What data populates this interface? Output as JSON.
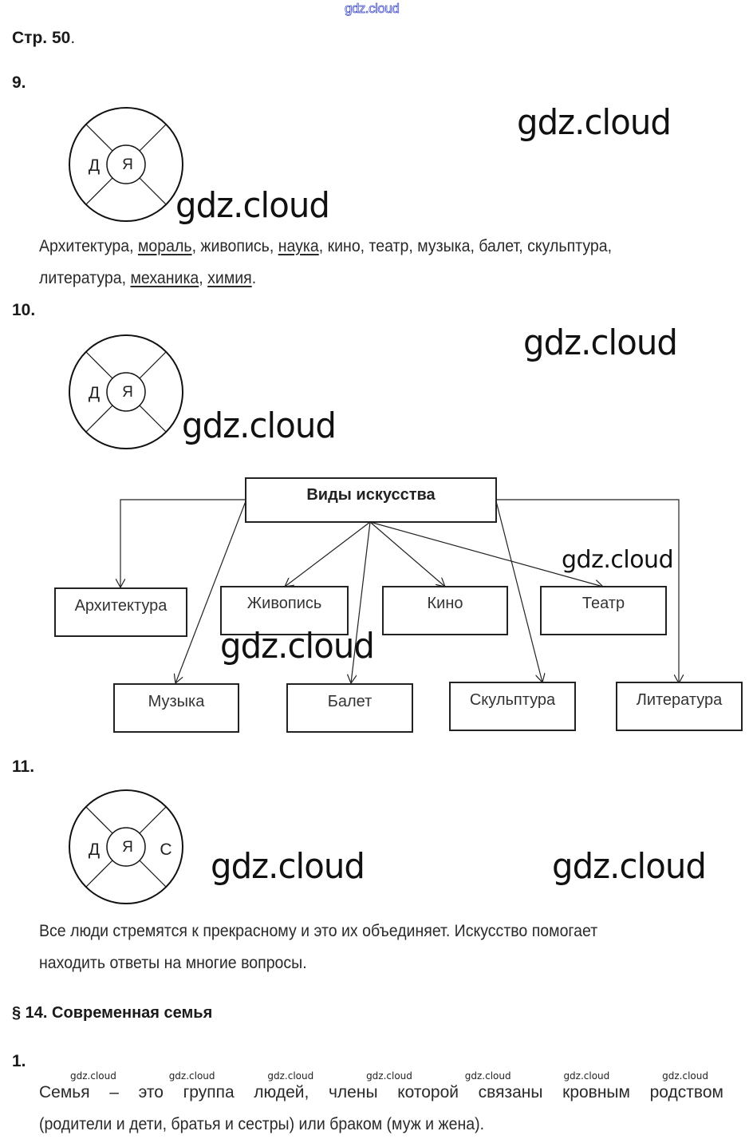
{
  "watermarks": {
    "top": "gdz.cloud",
    "large": "gdz.cloud",
    "small": "gdz.cloud"
  },
  "page_label": "Стр. 50",
  "page_label_dot": ".",
  "tasks": {
    "t9": {
      "number": "9.",
      "circle": {
        "left": "Д",
        "center": "Я"
      },
      "text_parts": [
        {
          "t": "Архитектура, ",
          "u": false
        },
        {
          "t": "мораль",
          "u": true
        },
        {
          "t": ", живопись, ",
          "u": false
        },
        {
          "t": "наука",
          "u": true
        },
        {
          "t": ", кино, театр, музыка, балет, скульптура,",
          "u": false
        }
      ],
      "text_line2_parts": [
        {
          "t": "литература, ",
          "u": false
        },
        {
          "t": "механика",
          "u": true
        },
        {
          "t": ", ",
          "u": false
        },
        {
          "t": "химия",
          "u": true
        },
        {
          "t": ".",
          "u": false
        }
      ]
    },
    "t10": {
      "number": "10.",
      "circle": {
        "left": "Д",
        "center": "Я"
      },
      "diagram": {
        "root": "Виды искусства",
        "row1": [
          "Архитектура",
          "Живопись",
          "Кино",
          "Театр"
        ],
        "row2": [
          "Музыка",
          "Балет",
          "Скульптура",
          "Литература"
        ]
      }
    },
    "t11": {
      "number": "11.",
      "circle": {
        "left": "Д",
        "center": "Я",
        "right": "С"
      },
      "text_line1": "Все люди стремятся к прекрасному и это их объединяет. Искусство помогает",
      "text_line2": "находить ответы на многие вопросы."
    }
  },
  "section": {
    "title": "§ 14. Современная семья",
    "task1": {
      "number": "1.",
      "line1_words": [
        "Семья",
        "–",
        "это",
        "группа",
        "людей,",
        "члены",
        "которой",
        "связаны",
        "кровным",
        "родством"
      ],
      "line2": "(родители и дети, братья и сестры) или браком (муж и жена)."
    }
  }
}
